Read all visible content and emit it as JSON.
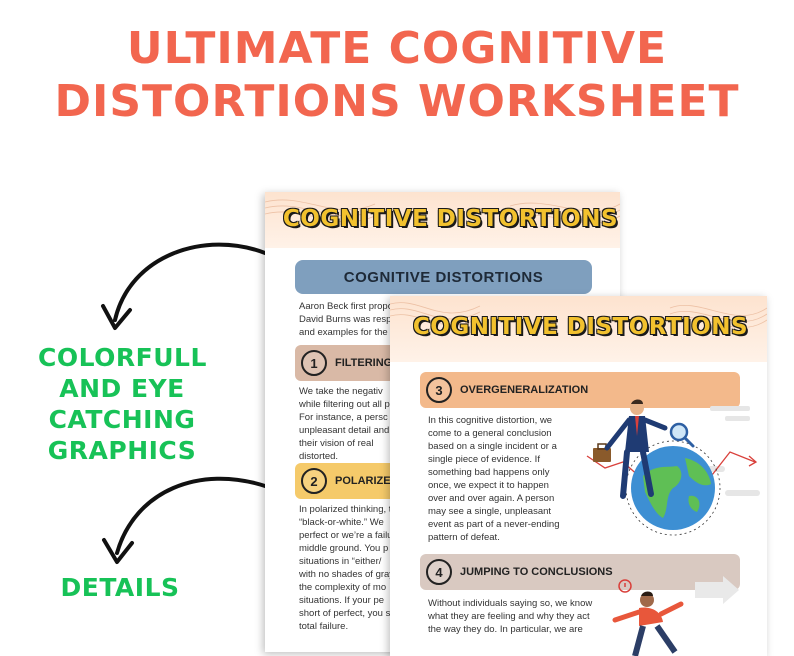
{
  "title": {
    "line1": "ULTIMATE COGNITIVE",
    "line2": "DISTORTIONS WORKSHEET"
  },
  "labels": {
    "graphics": [
      "COLORFULL",
      "AND EYE",
      "CATCHING",
      "GRAPHICS"
    ],
    "details": "DETAILS"
  },
  "colors": {
    "title": "#f2664f",
    "labels": "#17c257",
    "banner": "#7f9fbe",
    "filtering": "#d9b9a6",
    "polarized": "#f5ca6a",
    "overgeneralization": "#f3b98b",
    "jumping": "#d9c9c1"
  },
  "page_back": {
    "header": "COGNITIVE DISTORTIONS",
    "banner": "COGNITIVE DISTORTIONS",
    "intro": [
      "Aaron Beck first propo",
      "David Burns was resp",
      "and examples for the c"
    ],
    "sections": [
      {
        "number": "1",
        "title": "FILTERING",
        "text": [
          "We take the negativ",
          "while filtering out all p",
          "For instance, a persc",
          "unpleasant detail and",
          "their vision of real",
          "distorted."
        ]
      },
      {
        "number": "2",
        "title": "POLARIZED TH",
        "text": [
          "In polarized thinking, t",
          "“black-or-white.”  We",
          "perfect or we’re a failu",
          "middle ground. You p",
          "situations in “either/",
          "with no shades of gray",
          "the complexity of mo",
          "situations. If your pe",
          "short of perfect, you s",
          "total failure."
        ]
      }
    ]
  },
  "page_front": {
    "header": "COGNITIVE DISTORTIONS",
    "sections": [
      {
        "number": "3",
        "title": "OVERGENERALIZATION",
        "text": [
          "In this cognitive distortion, we",
          "come to a general conclusion",
          "based on a single incident or a",
          "single piece of evidence. If",
          "something bad happens only",
          "once, we expect it to happen",
          "over and over again. A person",
          "may see a single, unpleasant",
          "event as part of a never-ending",
          "pattern of defeat."
        ]
      },
      {
        "number": "4",
        "title": "JUMPING TO CONCLUSIONS",
        "text": [
          "Without individuals saying so, we know",
          "what they are feeling and why they act",
          "the way they do. In particular, we are"
        ]
      }
    ]
  }
}
